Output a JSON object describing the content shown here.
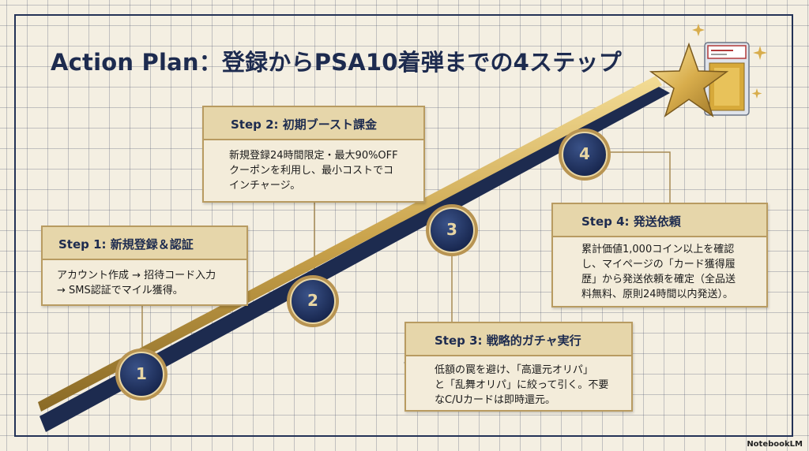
{
  "title": "Action Plan：登録からPSA10着弾までの4ステップ",
  "steps": [
    {
      "number": "1",
      "title": "Step 1: 新規登録＆認証",
      "line1": "アカウント作成 → 招待コード入力",
      "line2": "→ SMS認証でマイル獲得。",
      "line3": "",
      "line4": ""
    },
    {
      "number": "2",
      "title": "Step 2: 初期ブースト課金",
      "line1": "新規登録24時間限定・最大90%OFF",
      "line2": "クーポンを利用し、最小コストでコ",
      "line3": "インチャージ。",
      "line4": ""
    },
    {
      "number": "3",
      "title": "Step 3: 戦略的ガチャ実行",
      "line1": "低額の罠を避け、「高還元オリパ」",
      "line2": "と「乱舞オリパ」に絞って引く。不要",
      "line3": "なC/Uカードは即時還元。",
      "line4": ""
    },
    {
      "number": "4",
      "title": "Step 4: 発送依頼",
      "line1": "累計価値1,000コイン以上を確認",
      "line2": "し、マイページの「カード獲得履",
      "line3": "歴」から発送依頼を確定（全品送",
      "line4": "料無料、原則24時間以内発送）。"
    }
  ],
  "icons": [
    "handshake-phone-icon",
    "hourglass-percent-icon",
    "coins-icon",
    "gacha-machine-icon",
    "cards-icon",
    "delivery-truck-icon",
    "star-icon",
    "psa-slab-icon"
  ],
  "brand": "NotebookLM",
  "colors": {
    "navy": "#1d2b4f",
    "gold": "#c9a24a",
    "paper": "#f4efe2",
    "card": "#f3ecda",
    "card_head": "#e6d6aa"
  }
}
